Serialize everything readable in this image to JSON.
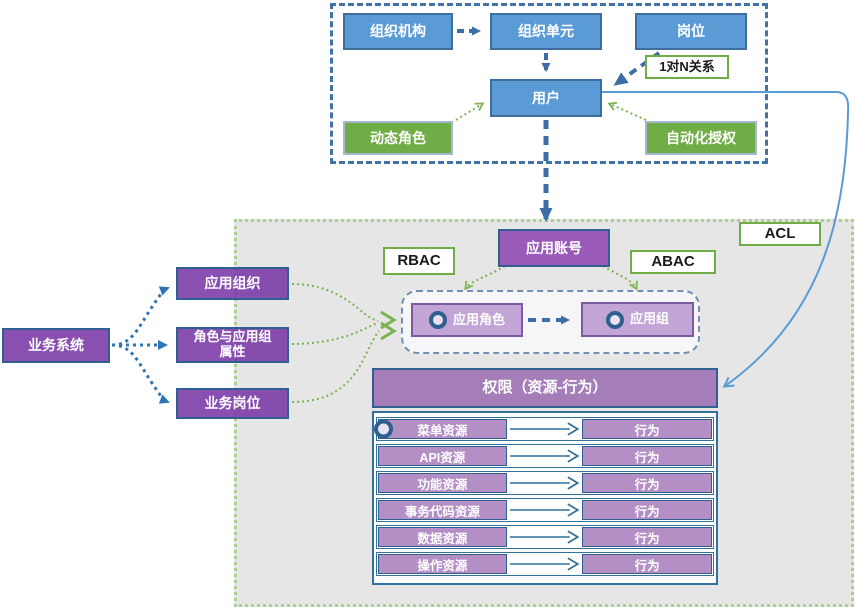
{
  "top_panel": {
    "org_structure": "组织机构",
    "org_unit": "组织单元",
    "position": "岗位",
    "relation_label": "1对N关系",
    "user": "用户",
    "dynamic_role": "动态角色",
    "auto_authorization": "自动化授权"
  },
  "left_panel": {
    "business_system": "业务系统",
    "app_org": "应用组织",
    "role_attr_line1": "角色与应用组",
    "role_attr_line2": "属性",
    "business_position": "业务岗位"
  },
  "main_panel": {
    "app_account": "应用账号",
    "rbac": "RBAC",
    "abac": "ABAC",
    "acl": "ACL",
    "app_role": "应用角色",
    "app_group": "应用组",
    "permission_header": "权限（资源-行为）",
    "rows": [
      {
        "resource": "菜单资源",
        "action": "行为"
      },
      {
        "resource": "API资源",
        "action": "行为"
      },
      {
        "resource": "功能资源",
        "action": "行为"
      },
      {
        "resource": "事务代码资源",
        "action": "行为"
      },
      {
        "resource": "数据资源",
        "action": "行为"
      },
      {
        "resource": "操作资源",
        "action": "行为"
      }
    ]
  },
  "colors": {
    "blue_fill": "#5b9bd5",
    "green_fill": "#70ad47",
    "purple_dark": "#7633a5",
    "purple_mid": "#9a5ab8",
    "purple_light": "#c2a4d6",
    "gray_panel": "#e7e6e6",
    "arrow_blue": "#3a6ea5",
    "arrow_green": "#7cb24f"
  }
}
